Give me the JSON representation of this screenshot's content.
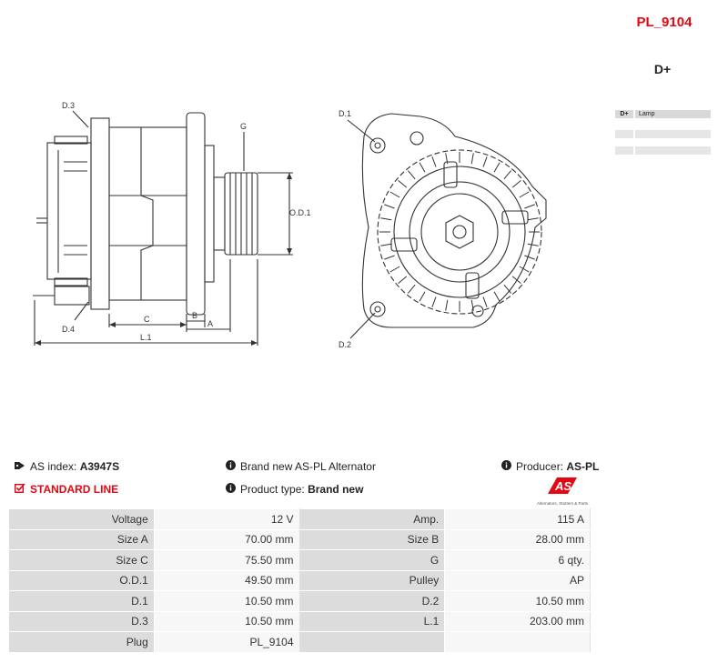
{
  "header": {
    "code": "PL_9104",
    "connector_title": "D+"
  },
  "pins": [
    {
      "pin": "D+",
      "desc": "Lamp"
    },
    {
      "pin": "",
      "desc": ""
    },
    {
      "pin": "",
      "desc": ""
    }
  ],
  "drawing": {
    "labels": {
      "d3": "D.3",
      "d4": "D.4",
      "g": "G",
      "od1": "O.D.1",
      "c": "C",
      "b": "B",
      "a": "A",
      "l1": "L.1",
      "d1": "D.1",
      "d2": "D.2"
    }
  },
  "info": {
    "as_index_label": "AS index:",
    "as_index_value": "A3947S",
    "standard_line": "STANDARD LINE",
    "brand_text": "Brand new AS-PL Alternator",
    "product_type_label": "Product type:",
    "product_type_value": "Brand new",
    "producer_label": "Producer:",
    "producer_value": "AS-PL",
    "logo_text": "AS",
    "logo_tagline": "Alternators, Starters & Parts"
  },
  "specs": [
    {
      "l1": "Voltage",
      "v1": "12 V",
      "l2": "Amp.",
      "v2": "115 A"
    },
    {
      "l1": "Size A",
      "v1": "70.00 mm",
      "l2": "Size B",
      "v2": "28.00 mm"
    },
    {
      "l1": "Size C",
      "v1": "75.50 mm",
      "l2": "G",
      "v2": "6 qty."
    },
    {
      "l1": "O.D.1",
      "v1": "49.50 mm",
      "l2": "Pulley",
      "v2": "AP"
    },
    {
      "l1": "D.1",
      "v1": "10.50 mm",
      "l2": "D.2",
      "v2": "10.50 mm"
    },
    {
      "l1": "D.3",
      "v1": "10.50 mm",
      "l2": "L.1",
      "v2": "203.00 mm"
    },
    {
      "l1": "Plug",
      "v1": "PL_9104",
      "l2": "",
      "v2": ""
    }
  ],
  "colors": {
    "accent": "#e30613",
    "label_bg": "#dcdcdc",
    "value_bg": "#f7f7f7"
  }
}
